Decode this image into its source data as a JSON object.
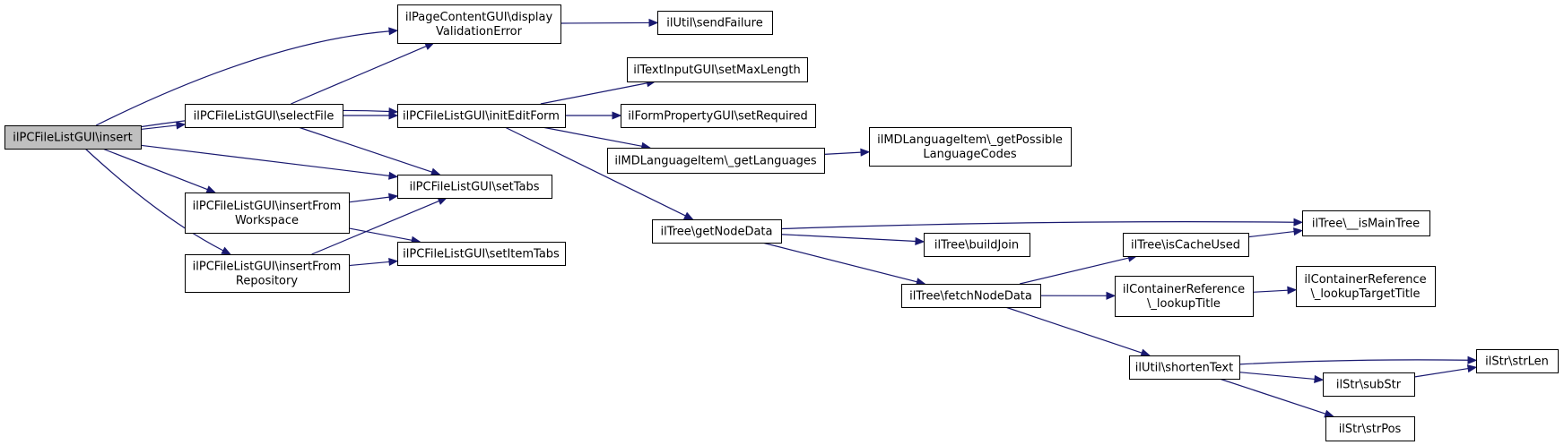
{
  "nodes": [
    {
      "id": "insert",
      "lines": [
        "ilPCFileListGUI\\insert"
      ],
      "highlight": true
    },
    {
      "id": "displayValidationError",
      "lines": [
        "ilPageContentGUI\\display",
        "ValidationError"
      ]
    },
    {
      "id": "sendFailure",
      "lines": [
        "ilUtil\\sendFailure"
      ]
    },
    {
      "id": "selectFile",
      "lines": [
        "ilPCFileListGUI\\selectFile"
      ]
    },
    {
      "id": "initEditForm",
      "lines": [
        "ilPCFileListGUI\\initEditForm"
      ]
    },
    {
      "id": "setMaxLength",
      "lines": [
        "ilTextInputGUI\\setMaxLength"
      ]
    },
    {
      "id": "setRequired",
      "lines": [
        "ilFormPropertyGUI\\setRequired"
      ]
    },
    {
      "id": "getLanguages",
      "lines": [
        "ilMDLanguageItem\\_getLanguages"
      ]
    },
    {
      "id": "getPossibleLanguageCodes",
      "lines": [
        "ilMDLanguageItem\\_getPossible",
        "LanguageCodes"
      ]
    },
    {
      "id": "setTabs",
      "lines": [
        "ilPCFileListGUI\\setTabs"
      ]
    },
    {
      "id": "insertFromWorkspace",
      "lines": [
        "ilPCFileListGUI\\insertFrom",
        "Workspace"
      ]
    },
    {
      "id": "setItemTabs",
      "lines": [
        "ilPCFileListGUI\\setItemTabs"
      ]
    },
    {
      "id": "insertFromRepository",
      "lines": [
        "ilPCFileListGUI\\insertFrom",
        "Repository"
      ]
    },
    {
      "id": "getNodeData",
      "lines": [
        "ilTree\\getNodeData"
      ]
    },
    {
      "id": "isMainTree",
      "lines": [
        "ilTree\\__isMainTree"
      ]
    },
    {
      "id": "buildJoin",
      "lines": [
        "ilTree\\buildJoin"
      ]
    },
    {
      "id": "isCacheUsed",
      "lines": [
        "ilTree\\isCacheUsed"
      ]
    },
    {
      "id": "fetchNodeData",
      "lines": [
        "ilTree\\fetchNodeData"
      ]
    },
    {
      "id": "lookupTitle",
      "lines": [
        "ilContainerReference",
        "\\_lookupTitle"
      ]
    },
    {
      "id": "lookupTargetTitle",
      "lines": [
        "ilContainerReference",
        "\\_lookupTargetTitle"
      ]
    },
    {
      "id": "shortenText",
      "lines": [
        "ilUtil\\shortenText"
      ]
    },
    {
      "id": "strLen",
      "lines": [
        "ilStr\\strLen"
      ]
    },
    {
      "id": "subStr",
      "lines": [
        "ilStr\\subStr"
      ]
    },
    {
      "id": "strPos",
      "lines": [
        "ilStr\\strPos"
      ]
    }
  ],
  "edges": [
    [
      "insert",
      "displayValidationError"
    ],
    [
      "insert",
      "initEditForm"
    ],
    [
      "insert",
      "selectFile"
    ],
    [
      "insert",
      "setTabs"
    ],
    [
      "insert",
      "insertFromWorkspace"
    ],
    [
      "insert",
      "insertFromRepository"
    ],
    [
      "displayValidationError",
      "sendFailure"
    ],
    [
      "selectFile",
      "displayValidationError"
    ],
    [
      "selectFile",
      "initEditForm"
    ],
    [
      "selectFile",
      "setTabs"
    ],
    [
      "initEditForm",
      "setMaxLength"
    ],
    [
      "initEditForm",
      "setRequired"
    ],
    [
      "initEditForm",
      "getLanguages"
    ],
    [
      "initEditForm",
      "getNodeData"
    ],
    [
      "getLanguages",
      "getPossibleLanguageCodes"
    ],
    [
      "insertFromWorkspace",
      "setTabs"
    ],
    [
      "insertFromWorkspace",
      "setItemTabs"
    ],
    [
      "insertFromRepository",
      "setTabs"
    ],
    [
      "insertFromRepository",
      "setItemTabs"
    ],
    [
      "getNodeData",
      "isMainTree"
    ],
    [
      "getNodeData",
      "buildJoin"
    ],
    [
      "getNodeData",
      "fetchNodeData"
    ],
    [
      "fetchNodeData",
      "isCacheUsed"
    ],
    [
      "fetchNodeData",
      "lookupTitle"
    ],
    [
      "fetchNodeData",
      "shortenText"
    ],
    [
      "isCacheUsed",
      "isMainTree"
    ],
    [
      "lookupTitle",
      "lookupTargetTitle"
    ],
    [
      "shortenText",
      "strLen"
    ],
    [
      "shortenText",
      "subStr"
    ],
    [
      "shortenText",
      "strPos"
    ],
    [
      "subStr",
      "strLen"
    ]
  ]
}
